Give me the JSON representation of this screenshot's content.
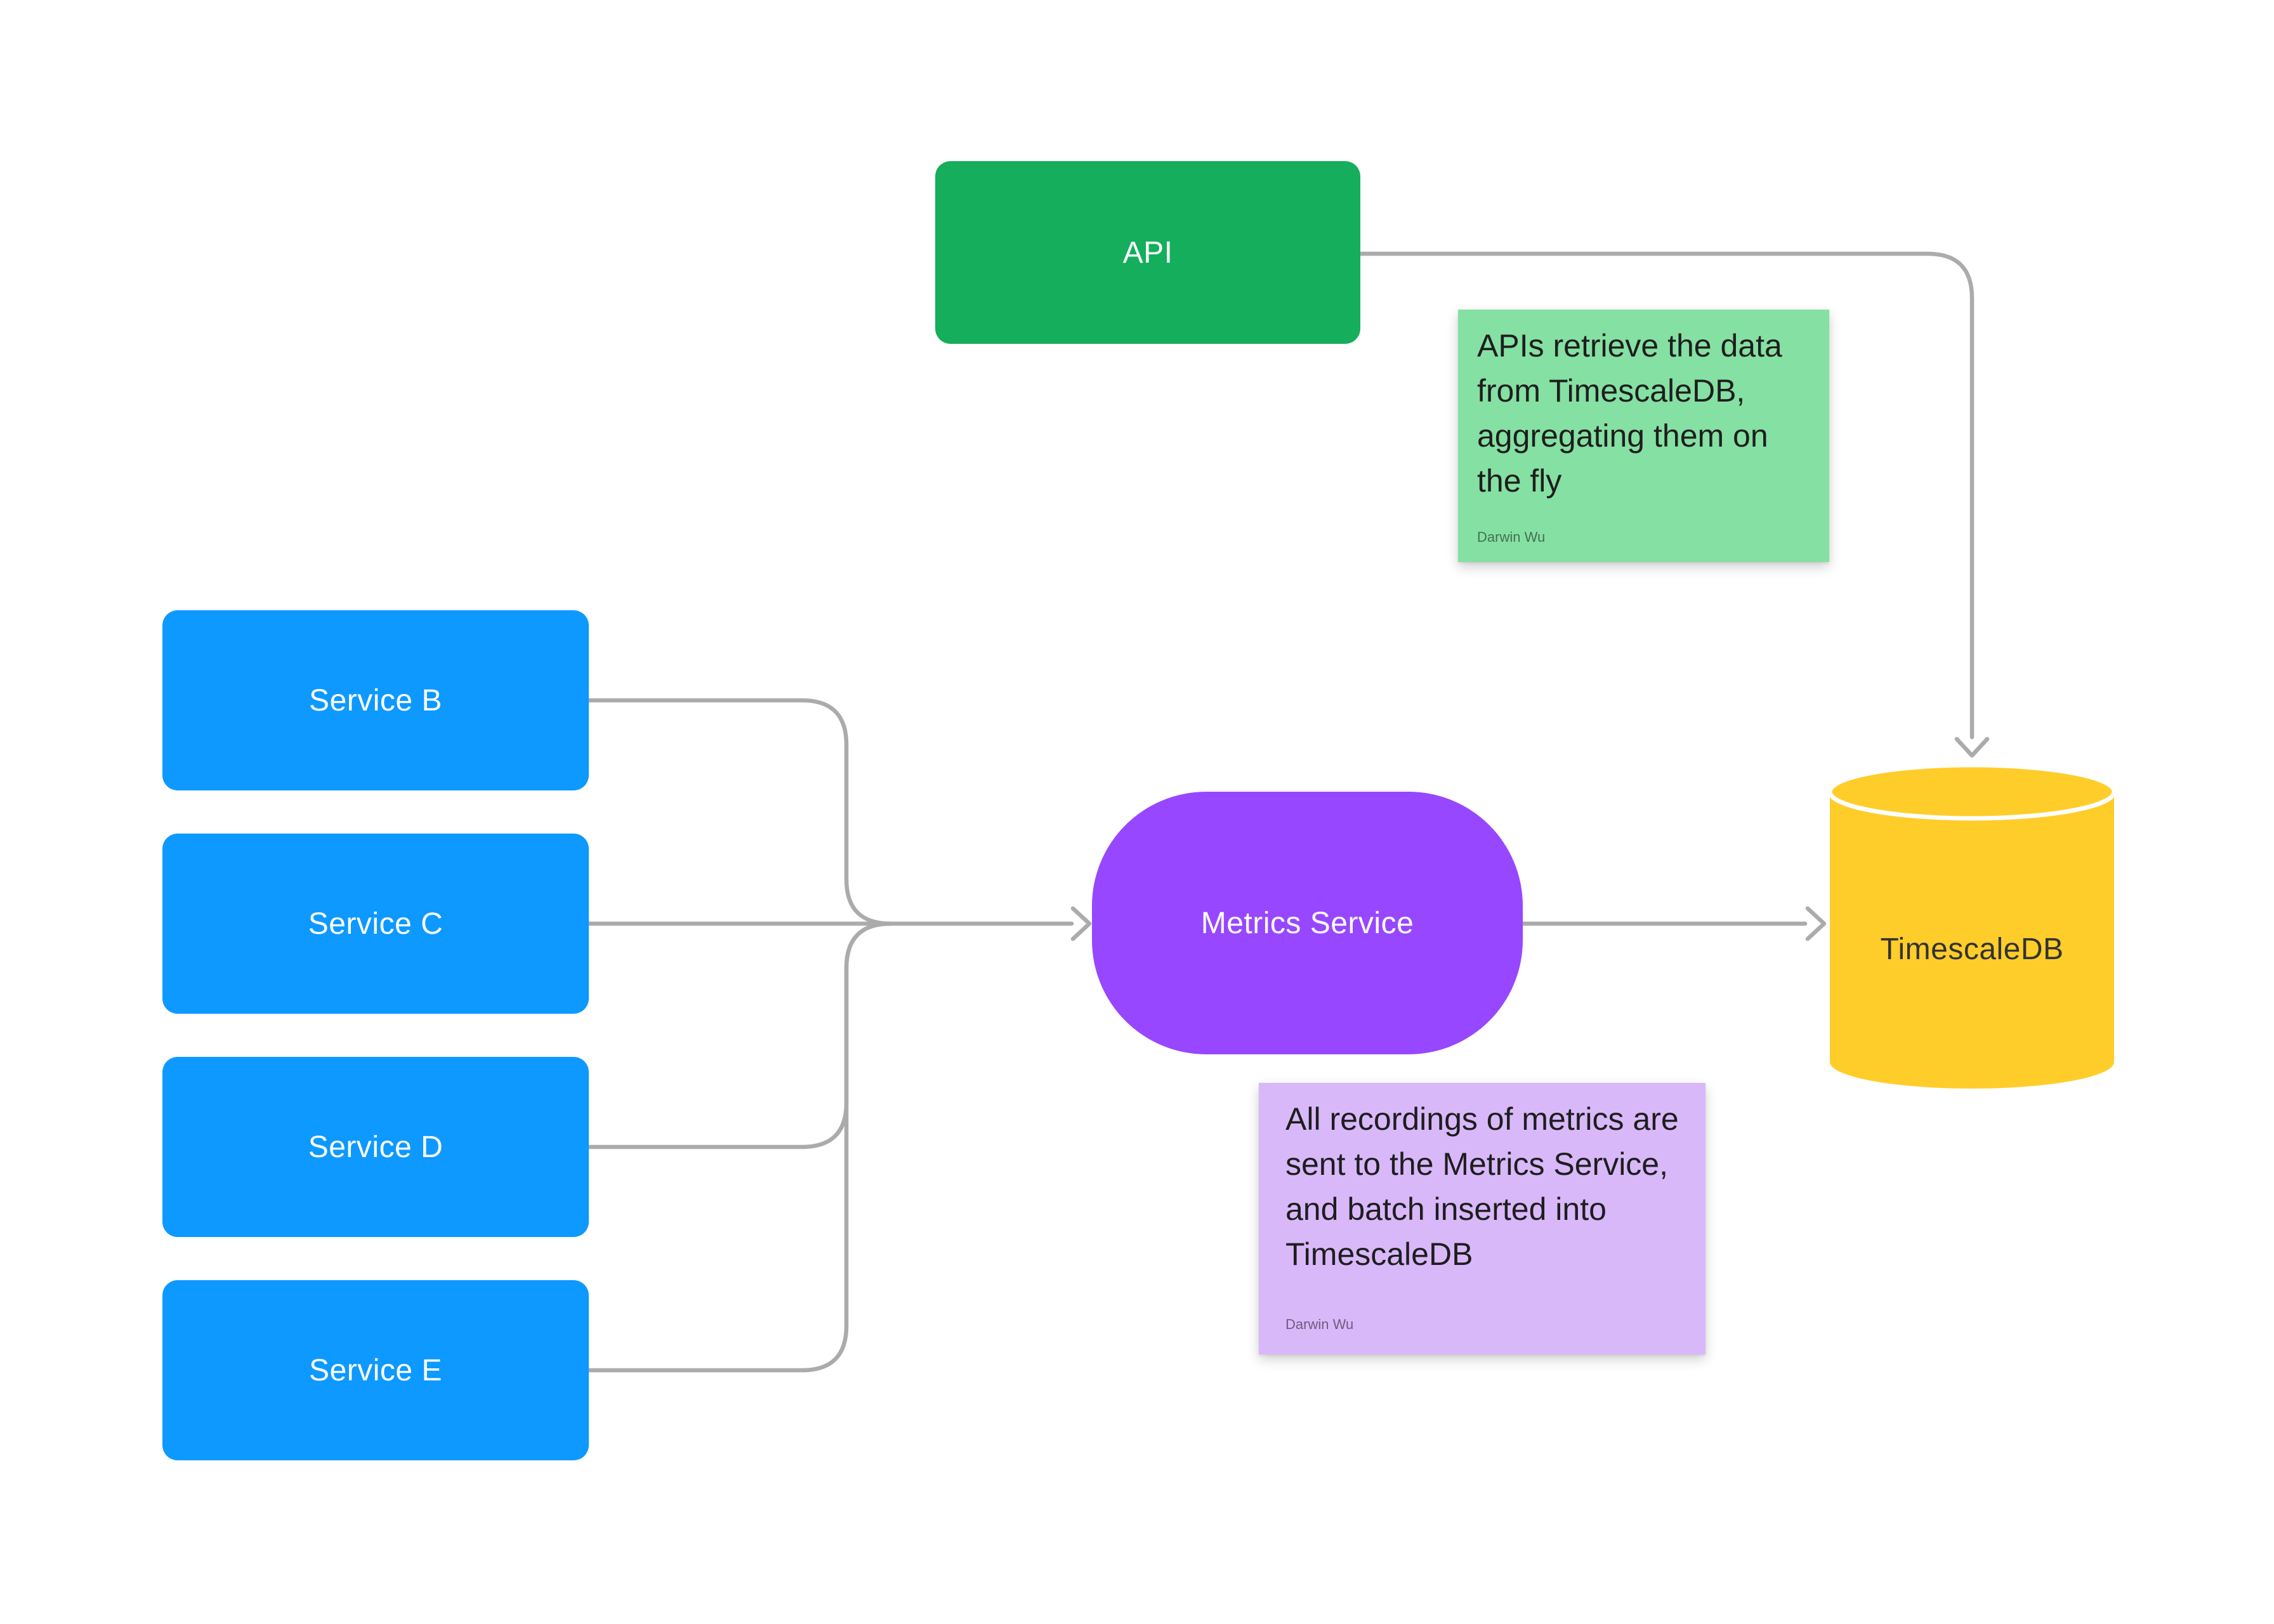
{
  "diagram": {
    "api": {
      "label": "API"
    },
    "services": [
      {
        "label": "Service B"
      },
      {
        "label": "Service C"
      },
      {
        "label": "Service D"
      },
      {
        "label": "Service E"
      }
    ],
    "metrics_service": {
      "label": "Metrics Service"
    },
    "database": {
      "label": "TimescaleDB"
    },
    "notes": {
      "api_note": {
        "lines": [
          "APIs retrieve the data",
          "from TimescaleDB,",
          "aggregating them on",
          "the fly"
        ],
        "author": "Darwin Wu"
      },
      "metrics_note": {
        "lines": [
          "All recordings of metrics are",
          "sent to the Metrics Service,",
          "and batch inserted into",
          "TimescaleDB"
        ],
        "author": "Darwin Wu"
      }
    },
    "colors": {
      "api_green": "#14AE5C",
      "service_blue": "#0D99FF",
      "metrics_purple": "#9747FF",
      "db_yellow": "#FFCD29",
      "note_green": "#85E0A3",
      "note_violet": "#D9B8FA",
      "connector": "#ABABAB",
      "label_on_dark": "#FFFFFF",
      "label_on_yellow": "#333333",
      "note_text": "#1E1E1E"
    }
  }
}
